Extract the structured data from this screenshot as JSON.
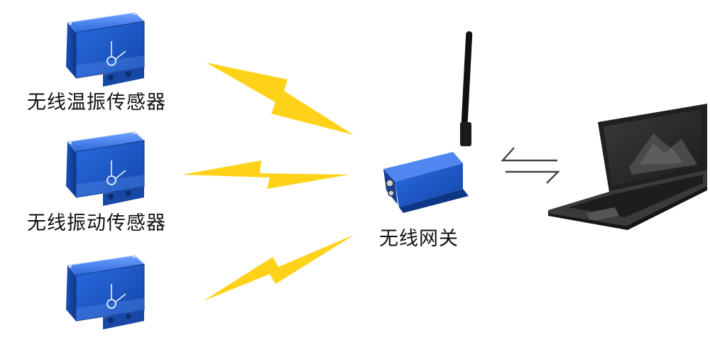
{
  "labels": {
    "sensor_temp_vib": "无线温振传感器",
    "sensor_vib": "无线振动传感器",
    "gateway": "无线网关"
  },
  "nodes": [
    {
      "id": "sensor-1",
      "type": "wireless-sensor",
      "label_key": "sensor_temp_vib"
    },
    {
      "id": "sensor-2",
      "type": "wireless-sensor",
      "label_key": "sensor_vib"
    },
    {
      "id": "sensor-3",
      "type": "wireless-sensor",
      "label_key": null
    },
    {
      "id": "gateway",
      "type": "wireless-gateway",
      "label_key": "gateway"
    },
    {
      "id": "laptop",
      "type": "laptop",
      "label_key": null
    }
  ],
  "links": [
    {
      "from": "sensor-1",
      "to": "gateway",
      "style": "lightning"
    },
    {
      "from": "sensor-2",
      "to": "gateway",
      "style": "lightning"
    },
    {
      "from": "sensor-3",
      "to": "gateway",
      "style": "lightning"
    },
    {
      "from": "gateway",
      "to": "laptop",
      "style": "bidirectional-harpoon"
    }
  ],
  "colors": {
    "sensor_blue": "#1f5bd0",
    "sensor_blue_dark": "#123d99",
    "lightning": "#ffd21a",
    "laptop_body": "#2b2b2b",
    "arrow": "#444444"
  },
  "icons": {
    "sensor": "wireless-sensor-box-icon",
    "gateway": "wireless-gateway-antenna-icon",
    "laptop": "laptop-icon",
    "link": "lightning-bolt-icon",
    "exchange": "bidirectional-arrows-icon"
  }
}
